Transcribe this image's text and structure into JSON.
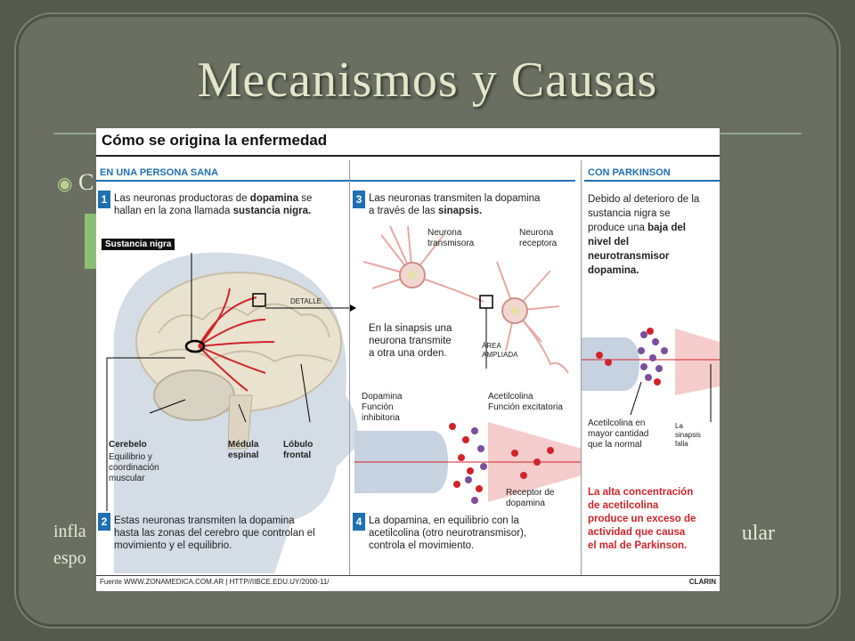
{
  "slide": {
    "title": "Mecanismos y Causas",
    "bullet_glyph": "◉",
    "bullet_fragment": "C",
    "bg_left_line1": "infla",
    "bg_left_line2": "espo",
    "bg_right_fragment": "ular"
  },
  "infographic": {
    "title": "Cómo se origina la enfermedad",
    "section_healthy": "EN UNA PERSONA SANA",
    "section_parkinson": "CON PARKINSON",
    "steps": [
      {
        "num": "1",
        "line1_pre": "Las neuronas productoras de ",
        "line1_bold": "dopamina",
        "line1_post": " se",
        "line2_pre": "hallan en la zona llamada ",
        "line2_bold": "sustancia nigra."
      },
      {
        "num": "2",
        "line1": "Estas neuronas transmiten la dopamina",
        "line2": "hasta las zonas del cerebro que controlan el",
        "line3": "movimiento y el equilibrio."
      },
      {
        "num": "3",
        "line1": "Las neuronas transmiten la dopamina",
        "line2_pre": "a través de las ",
        "line2_bold": "sinapsis."
      },
      {
        "num": "4",
        "line1": "La dopamina, en equilibrio con la",
        "line2": "acetilcolina (otro neurotransmisor),",
        "line3": "controla el movimiento."
      }
    ],
    "labels": {
      "sustancia_nigra": "Sustancia nigra",
      "detalle": "DETALLE",
      "cerebelo": "Cerebelo",
      "cerebelo_desc1": "Equilibrio y",
      "cerebelo_desc2": "coordinación",
      "cerebelo_desc3": "muscular",
      "medula1": "Médula",
      "medula2": "espinal",
      "lobulo1": "Lóbulo",
      "lobulo2": "frontal",
      "neurona_trans1": "Neurona",
      "neurona_trans2": "transmisora",
      "neurona_rec1": "Neurona",
      "neurona_rec2": "receptora",
      "sinapsis1": "En la sinapsis una",
      "sinapsis2": "neurona transmite",
      "sinapsis3": "a otra una orden.",
      "area1": "ÁREA",
      "area2": "AMPLIADA",
      "dopamina1": "Dopamina",
      "dopamina2": "Función",
      "dopamina3": "inhibitoria",
      "acetil1": "Acetilcolina",
      "acetil2": "Función excitatoria",
      "receptor1": "Receptor de",
      "receptor2": "dopamina",
      "acetil_mayor1": "Acetilcolina en",
      "acetil_mayor2": "mayor cantidad",
      "acetil_mayor3": "que la normal",
      "falla1": "La",
      "falla2": "sinapsis",
      "falla3": "falla"
    },
    "parkinson_text": {
      "line1": "Debido al deterioro de la",
      "line2": "sustancia nigra se",
      "line3_pre": "produce una ",
      "line3_bold": "baja del",
      "line4": "nivel del",
      "line5": "neurotransmisor",
      "line6": "dopamina."
    },
    "parkinson_red": {
      "line1": "La alta concentración",
      "line2": "de acetilcolina",
      "line3": "produce un exceso de",
      "line4": "actividad que causa",
      "line5": "el mal de Parkinson."
    },
    "footer": "Fuente WWW.ZONAMEDICA.COM.AR | HTTP//IIBCE.EDU.UY/2000-11/",
    "footer_right": "CLARIN"
  }
}
